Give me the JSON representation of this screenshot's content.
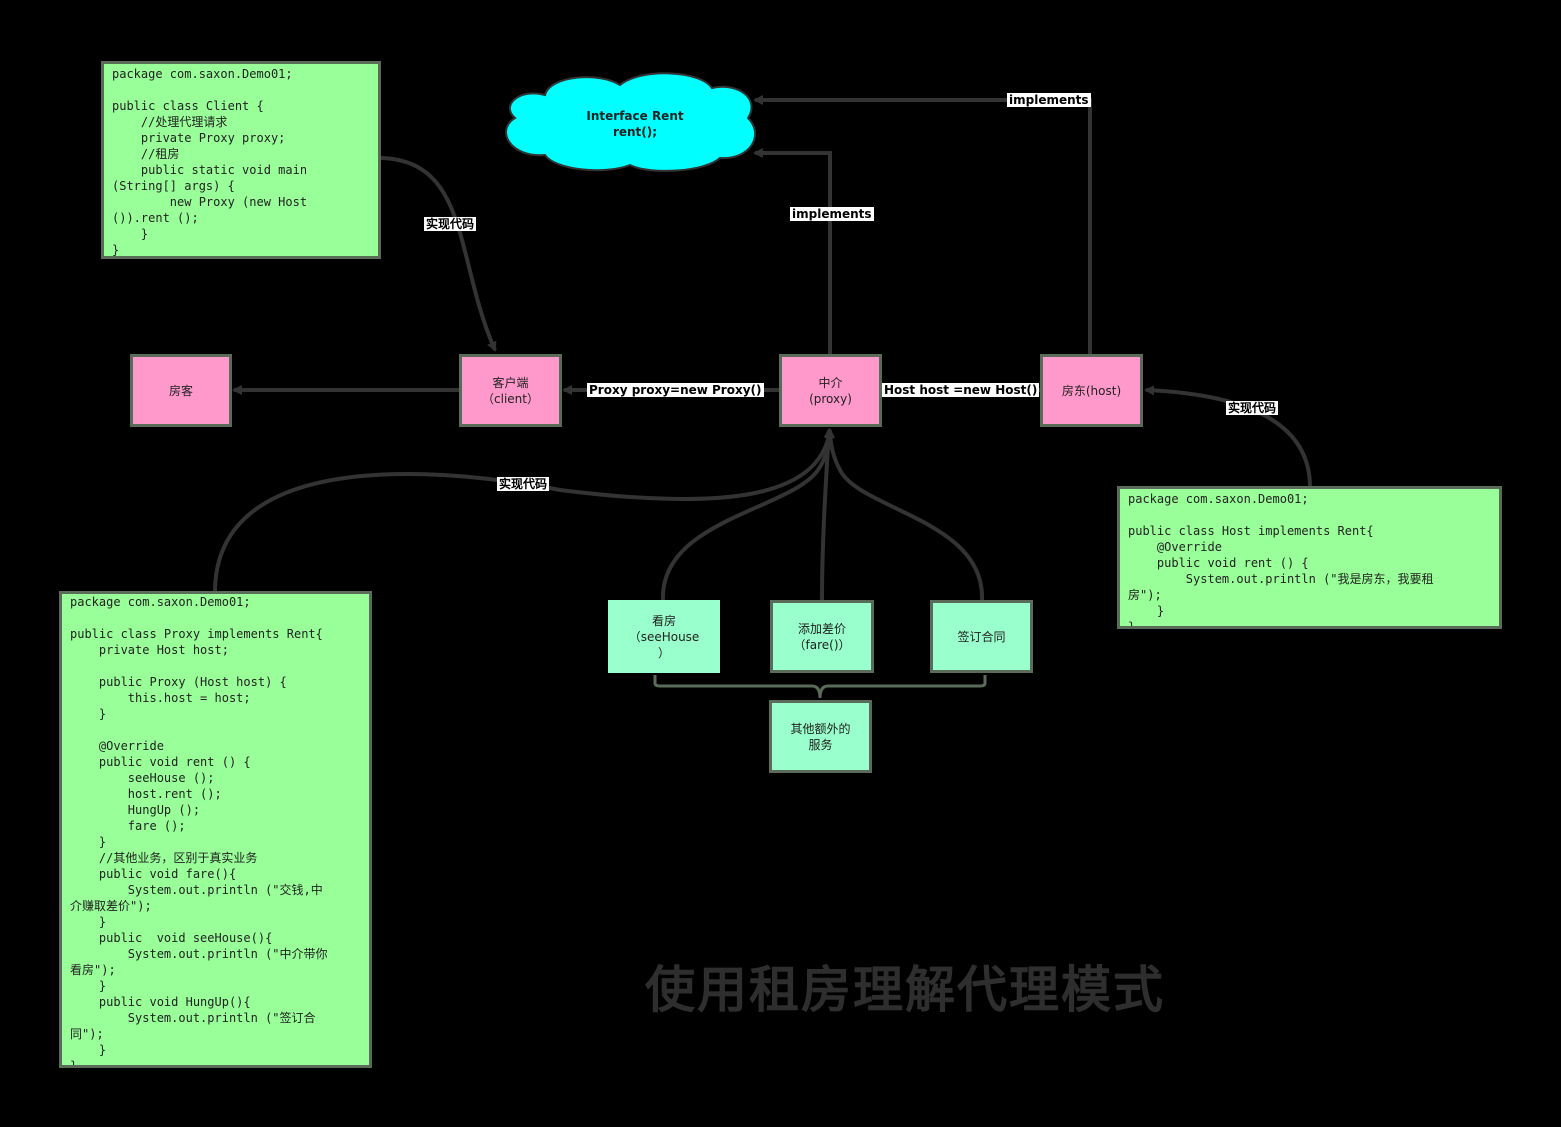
{
  "title": "使用租房理解代理模式",
  "interface": {
    "text": "Interface Rent\nrent();"
  },
  "nodes": {
    "tenant": "房客",
    "client": "客户端\n（client）",
    "proxy": "中介\n(proxy)",
    "host": "房东(host)",
    "see_house": "看房\n（seeHouse\n）",
    "fare": "添加差价\n（fare()）",
    "sign": "签订合同",
    "extra": "其他额外的\n服务"
  },
  "edge_labels": {
    "implements_host": "implements",
    "implements_proxy": "implements",
    "client_code": "实现代码",
    "proxy_code": "实现代码",
    "host_code": "实现代码",
    "proxy_new": "Proxy proxy=new Proxy()",
    "host_new": "Host host =new Host()"
  },
  "code": {
    "client": "package com.saxon.Demo01;\n\npublic class Client {\n    //处理代理请求\n    private Proxy proxy;\n    //租房\n    public static void main\n(String[] args) {\n        new Proxy (new Host\n()).rent ();\n    }\n}",
    "host": "package com.saxon.Demo01;\n\npublic class Host implements Rent{\n    @Override\n    public void rent () {\n        System.out.println (\"我是房东，我要租\n房\");\n    }\n}",
    "proxy": "package com.saxon.Demo01;\n\npublic class Proxy implements Rent{\n    private Host host;\n\n    public Proxy (Host host) {\n        this.host = host;\n    }\n\n    @Override\n    public void rent () {\n        seeHouse ();\n        host.rent ();\n        HungUp ();\n        fare ();\n    }\n    //其他业务，区别于真实业务\n    public void fare(){\n        System.out.println (\"交钱,中\n介赚取差价\");\n    }\n    public  void seeHouse(){\n        System.out.println (\"中介带你\n看房\");\n    }\n    public void HungUp(){\n        System.out.println (\"签订合\n同\");\n    }\n}"
  },
  "colors": {
    "background": "#000000",
    "code_box": "#99ff99",
    "role_box": "#ff99cc",
    "service_box": "#99ffcc",
    "interface_cloud": "#00ffff",
    "connector": "#333333"
  }
}
